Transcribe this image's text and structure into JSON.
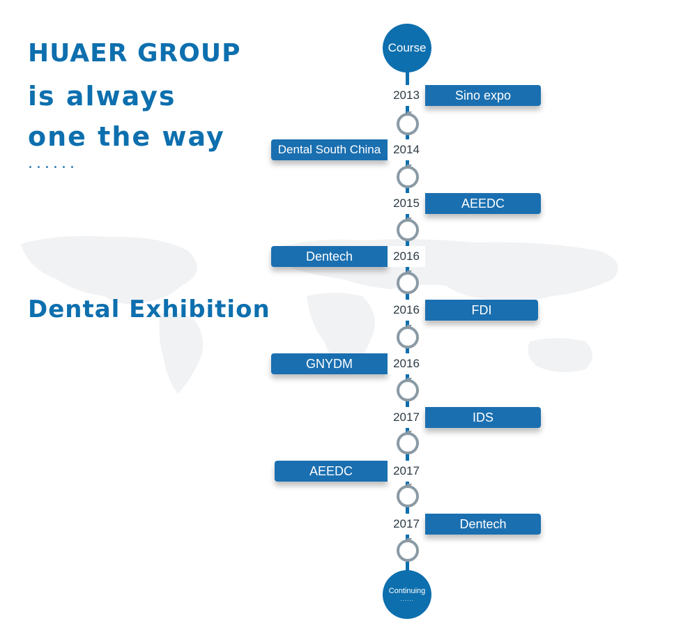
{
  "heading": {
    "line1": "HUAER GROUP",
    "line2": "is always",
    "line3": "one the way",
    "line4": "......"
  },
  "subtitle": "Dental Exhibition",
  "timeline": {
    "start_label": "Course",
    "end_label": "Continuing",
    "end_dots": "......",
    "events": [
      {
        "year": "2013",
        "name": "Sino expo"
      },
      {
        "year": "2014",
        "name": "Dental South China"
      },
      {
        "year": "2015",
        "name": "AEEDC"
      },
      {
        "year": "2016",
        "name": "Dentech"
      },
      {
        "year": "2016",
        "name": "FDI"
      },
      {
        "year": "2016",
        "name": "GNYDM"
      },
      {
        "year": "2017",
        "name": "IDS"
      },
      {
        "year": "2017",
        "name": "AEEDC"
      },
      {
        "year": "2017",
        "name": "Dentech"
      }
    ]
  },
  "colors": {
    "brand_blue": "#0d6fae",
    "bar_blue": "#1a6fb0",
    "ring_grey": "#8a9aa5"
  }
}
